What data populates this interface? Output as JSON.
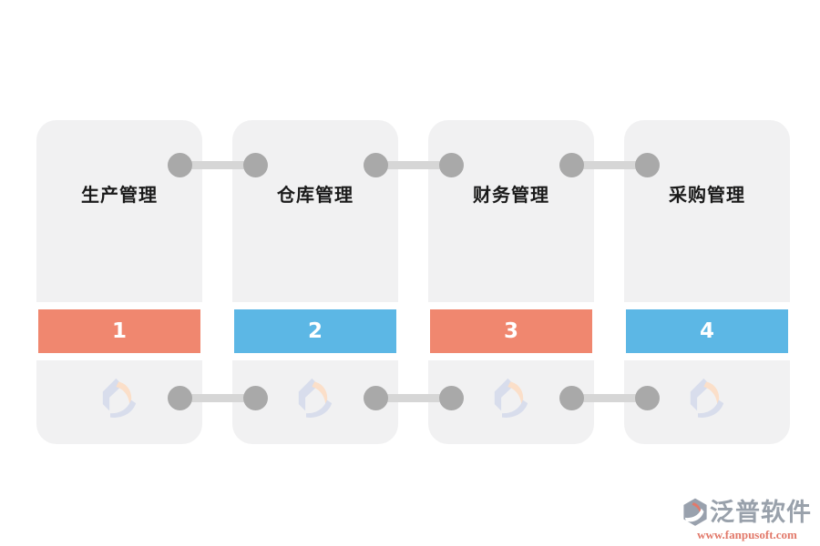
{
  "page": {
    "background_color": "#ffffff"
  },
  "flow": {
    "card_background_color": "#f1f1f2",
    "label_color": "#1a1a1a",
    "connector": {
      "dot_color": "#a9a9a9",
      "line_color": "#d6d6d6"
    },
    "cards": [
      {
        "label": "生产管理",
        "step": "1",
        "bar_color": "#f0876f"
      },
      {
        "label": "仓库管理",
        "step": "2",
        "bar_color": "#5cb7e5"
      },
      {
        "label": "财务管理",
        "step": "3",
        "bar_color": "#f0876f"
      },
      {
        "label": "采购管理",
        "step": "4",
        "bar_color": "#5cb7e5"
      }
    ]
  },
  "icons": {
    "card_watermark": "fanpu-hexagon-logo-watermark",
    "footer_logo": "fanpu-hexagon-logo",
    "watermark_colors": {
      "band": "#d8ddec",
      "crescent": "#fbdfc9"
    },
    "footer_logo_colors": {
      "hexagon": "#99a1ad",
      "crescent": "#e2796a",
      "swoosh": "#ffffff"
    }
  },
  "footer": {
    "brand": "泛普软件",
    "url": "www.fanpusoft.com",
    "brand_color": "#99a1ab",
    "url_color": "#e2796a"
  }
}
